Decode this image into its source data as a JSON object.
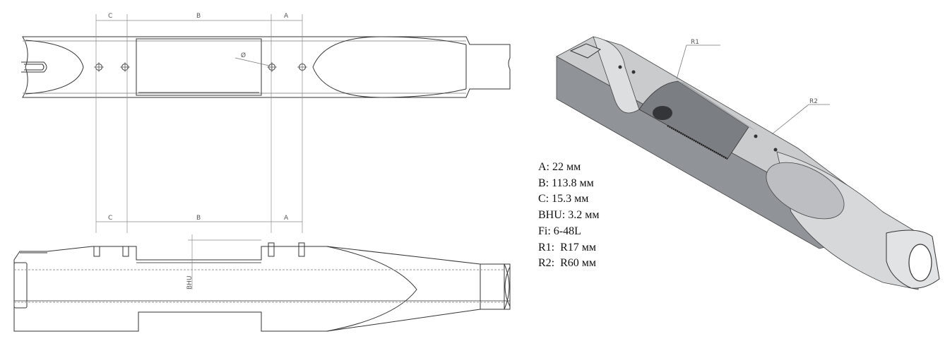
{
  "dimension_labels": {
    "a": "A",
    "b": "B",
    "c": "C",
    "diameter": "Ø",
    "bhu": "BHU",
    "r1": "R1",
    "r2": "R2"
  },
  "specs": [
    "A: 22 мм",
    "B: 113.8 мм",
    "C: 15.3 мм",
    "BHU: 3.2 мм",
    "Fi: 6-48L",
    "R1:  R17 мм",
    "R2:  R60 мм"
  ],
  "colors": {
    "line": "#333333",
    "dim_line": "#8a8a8a",
    "solid_dark": "#5f6266",
    "solid_mid": "#909397",
    "solid_light": "#c9cbcd",
    "solid_face": "#aeb1b4"
  }
}
